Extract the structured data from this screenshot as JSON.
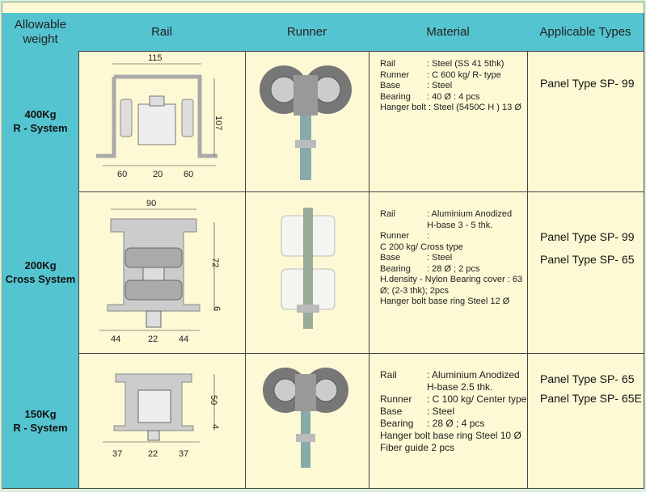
{
  "headers": {
    "weight": "Allowable weight",
    "rail": "Rail",
    "runner": "Runner",
    "material": "Material",
    "types": "Applicable Types"
  },
  "rows": [
    {
      "weight": "400Kg",
      "system": "R - System",
      "dims": {
        "width": "115",
        "height": "107",
        "left": "60",
        "mid": "20",
        "right": "60"
      },
      "material": [
        [
          "Rail",
          ": Steel (SS 41 5thk)"
        ],
        [
          "Runner",
          ": C 600 kg/ R- type"
        ],
        [
          "Base",
          ": Steel"
        ],
        [
          "Bearing",
          ": 40 Ø : 4 pcs"
        ],
        [
          "Hanger bolt",
          ": Steel (5450C H  ) 13 Ø"
        ]
      ],
      "types": [
        "Panel Type SP- 99"
      ]
    },
    {
      "weight": "200Kg",
      "system": "Cross  System",
      "dims": {
        "width": "90",
        "height": "72",
        "base": "6",
        "left": "44",
        "mid": "22",
        "right": "44"
      },
      "material": [
        [
          "Rail",
          ": Aluminium Anodized"
        ],
        [
          "",
          "  H-base 3 - 5 thk."
        ],
        [
          "Runner",
          ":"
        ],
        [
          "C 200 kg/ Cross type",
          ""
        ],
        [
          "Base",
          ": Steel"
        ],
        [
          "Bearing",
          ": 28 Ø ; 2 pcs"
        ],
        [
          "H.density - Nylon   Bearing cover : 63",
          ""
        ],
        [
          "Ø; (2-3 thk); 2pcs",
          ""
        ],
        [
          "Hanger bolt base ring  Steel  12 Ø",
          ""
        ]
      ],
      "types": [
        "Panel Type SP- 99",
        "Panel Type SP- 65"
      ]
    },
    {
      "weight": "150Kg",
      "system": "R - System",
      "dims": {
        "height": "50",
        "base": "4",
        "left": "37",
        "mid": "22",
        "right": "37"
      },
      "material": [
        [
          "Rail",
          ": Aluminium Anodized"
        ],
        [
          "",
          "  H-base 2.5  thk."
        ],
        [
          "Runner",
          ": C 100 kg/ Center  type"
        ],
        [
          "Base",
          ": Steel"
        ],
        [
          "Bearing",
          ": 28 Ø ; 4 pcs"
        ],
        [
          "Hanger bolt base ring  Steel  10 Ø",
          ""
        ],
        [
          "Fiber guide  2 pcs",
          ""
        ]
      ],
      "types": [
        "Panel Type SP- 65",
        "Panel Type SP- 65E"
      ]
    }
  ]
}
